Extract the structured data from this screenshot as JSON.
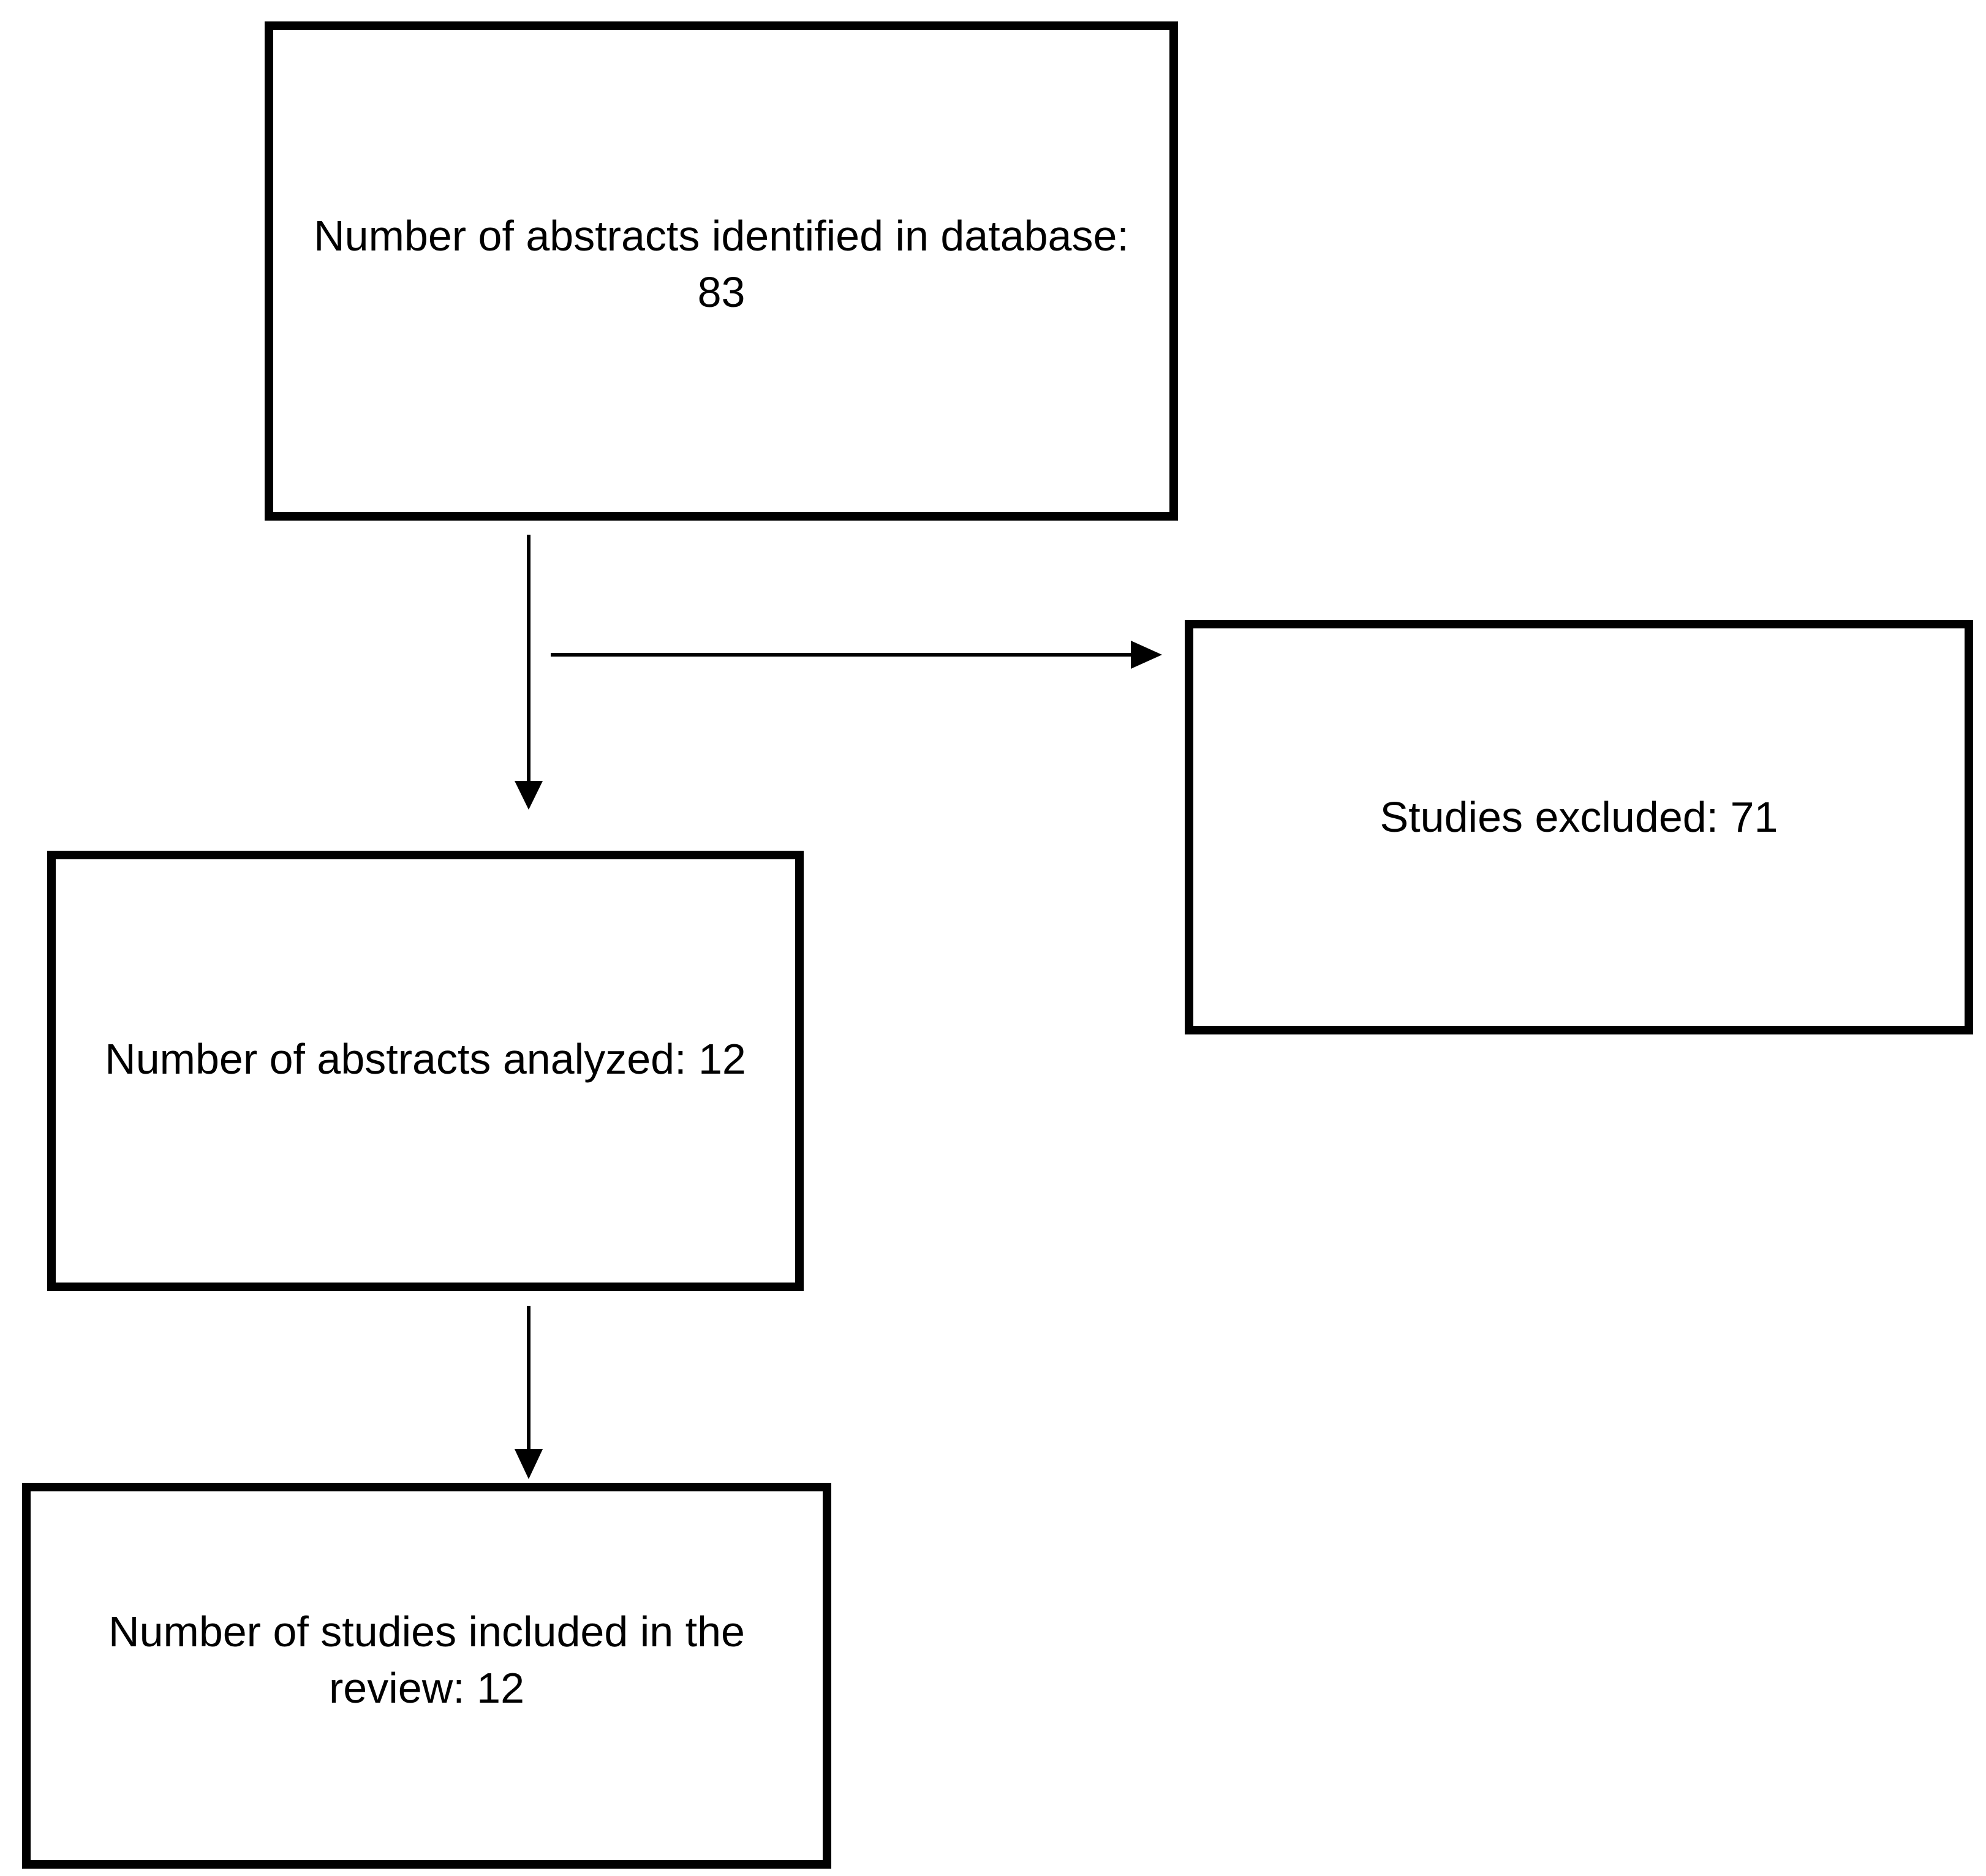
{
  "boxes": {
    "identified": {
      "line1": "Number of abstracts identified in database:",
      "line2": "83"
    },
    "excluded": {
      "line1": "Studies excluded: 71"
    },
    "analyzed": {
      "line1": "Number of abstracts analyzed: 12"
    },
    "included": {
      "line1": "Number of studies included in the",
      "line2": "review: 12"
    }
  },
  "colors": {
    "stroke": "#000000",
    "background": "#ffffff"
  }
}
